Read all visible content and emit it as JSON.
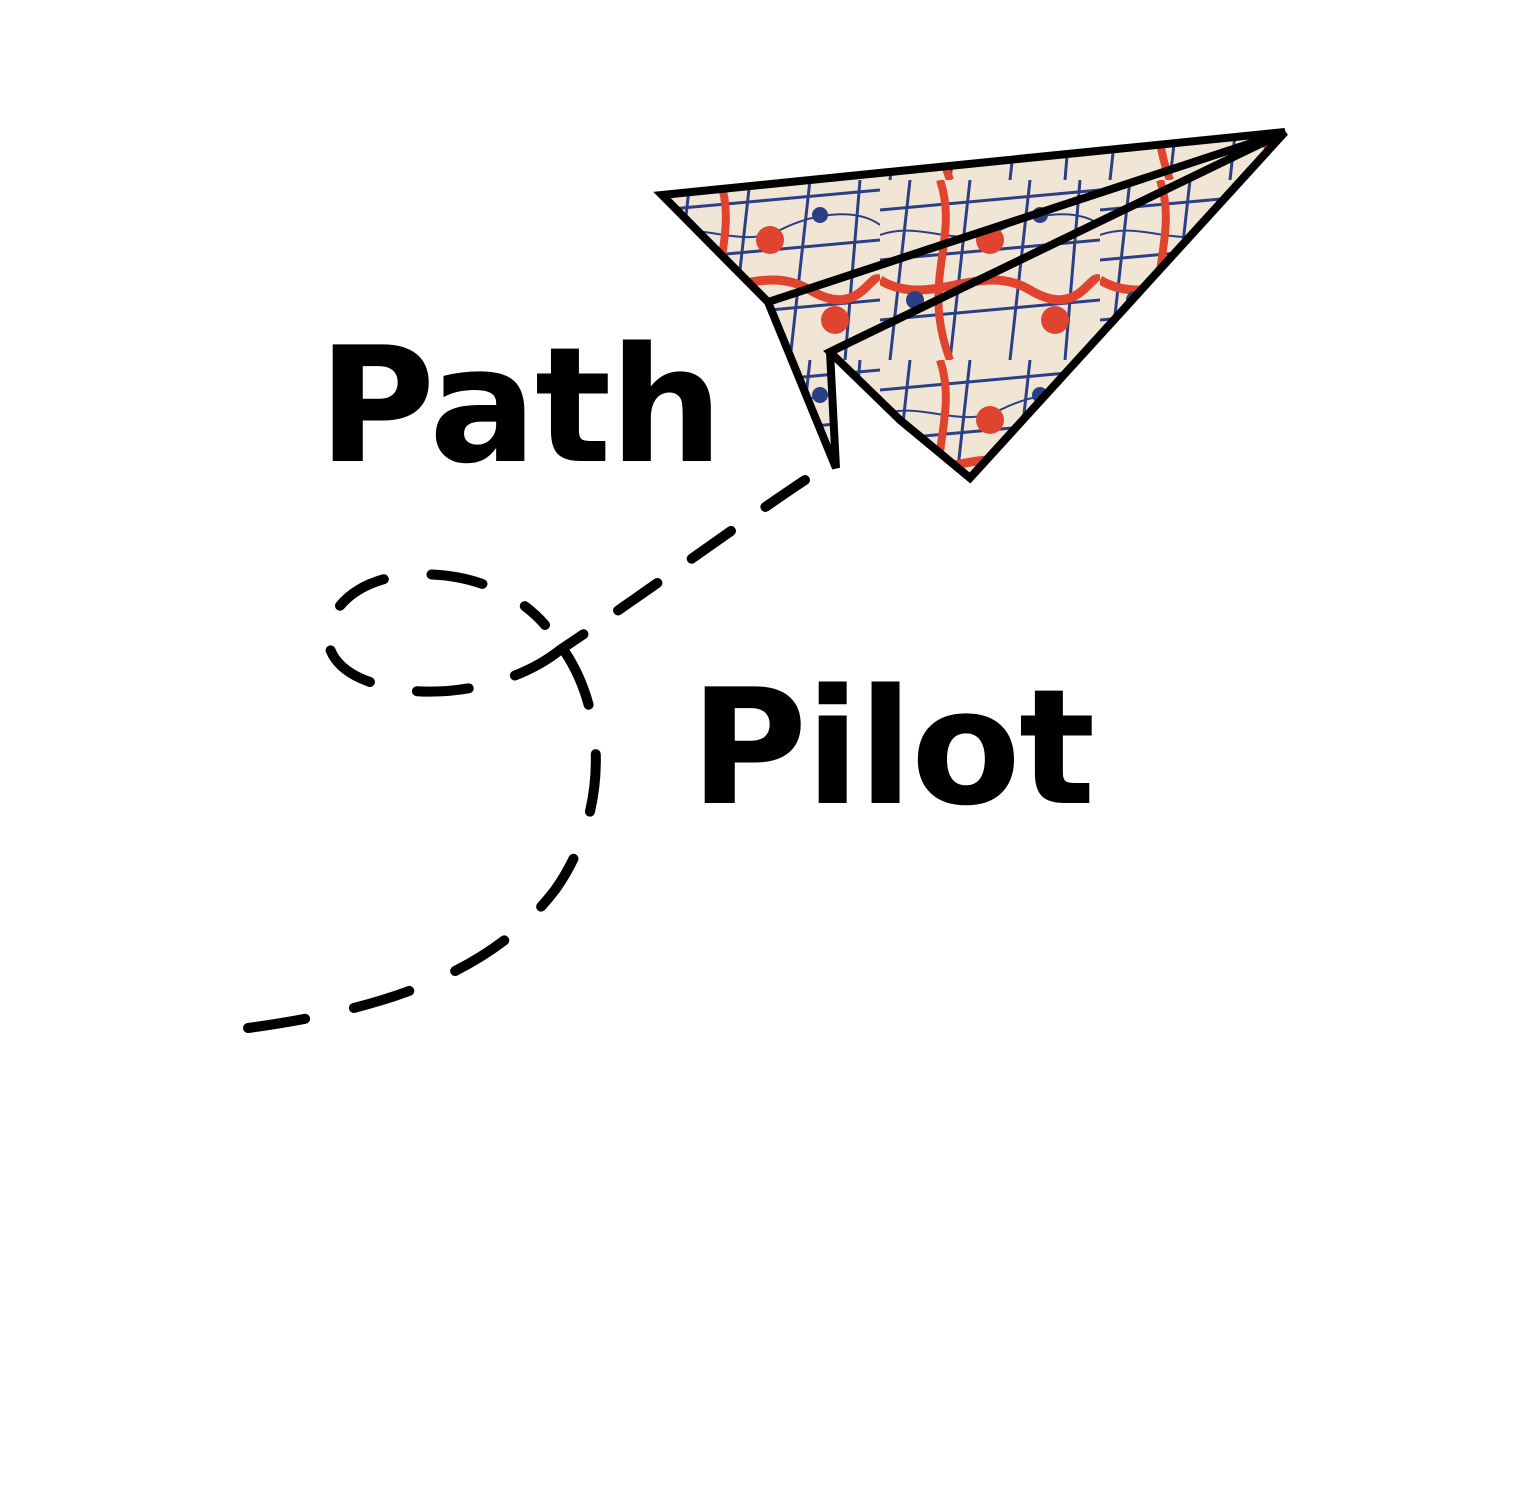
{
  "logo": {
    "word_1": "Path",
    "word_2": "Pilot",
    "text_color": "#000000",
    "background_color": "#ffffff",
    "plane_colors": {
      "paper": "#f1e6d6",
      "route_red": "#e0442e",
      "road_blue": "#2b3f86",
      "outline": "#000000"
    },
    "icon": "paper-plane-map-icon",
    "trail": "dashed-loop-trail"
  }
}
